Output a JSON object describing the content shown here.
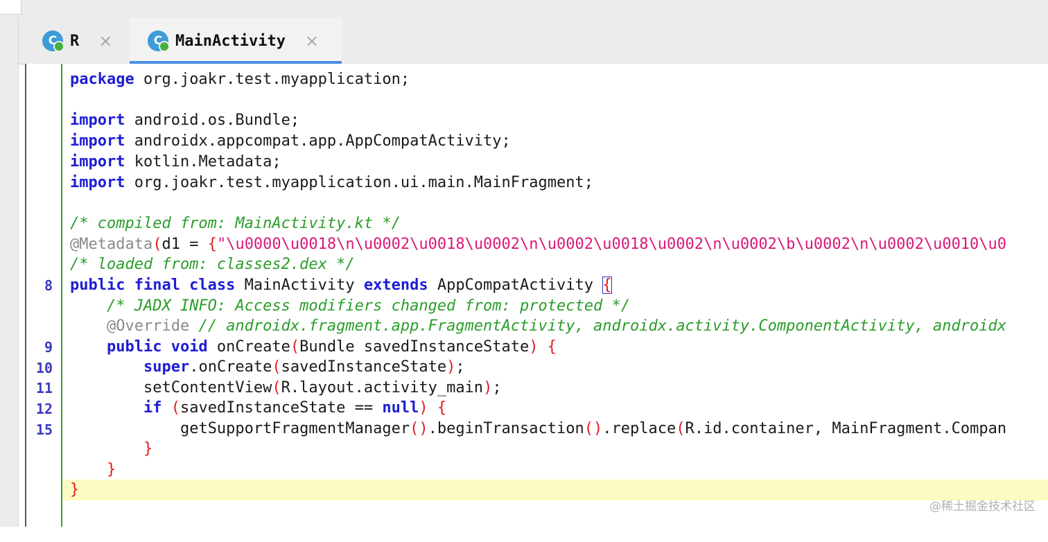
{
  "tabs": [
    {
      "label": "R",
      "icon": "class-icon",
      "icon_letter": "C",
      "active": false
    },
    {
      "label": "MainActivity",
      "icon": "class-icon",
      "icon_letter": "C",
      "active": true
    }
  ],
  "tab_close_glyph": "×",
  "editor": {
    "line_numbers": [
      "",
      "",
      "",
      "",
      "",
      "",
      "",
      "",
      "",
      "",
      "8",
      "",
      "",
      "9",
      "10",
      "11",
      "12",
      "15",
      "",
      "",
      ""
    ],
    "code": {
      "l1": {
        "kw": "package",
        "rest": " org.joakr.test.myapplication;"
      },
      "l3": {
        "kw": "import",
        "rest": " android.os.Bundle;"
      },
      "l4": {
        "kw": "import",
        "rest": " androidx.appcompat.app.AppCompatActivity;"
      },
      "l5": {
        "kw": "import",
        "rest": " kotlin.Metadata;"
      },
      "l6": {
        "kw": "import",
        "rest": " org.joakr.test.myapplication.ui.main.MainFragment;"
      },
      "l8": {
        "comment": "/* compiled from: MainActivity.kt */"
      },
      "l9": {
        "annotation": "@Metadata",
        "open": "(",
        "field": "d1 = ",
        "brace": "{",
        "string": "\"\\u0000\\u0018\\n\\u0002\\u0018\\u0002\\n\\u0002\\u0018\\u0002\\n\\u0002\\b\\u0002\\n\\u0002\\u0010\\u0"
      },
      "l10": {
        "comment": "/* loaded from: classes2.dex */"
      },
      "l11": {
        "kw1": "public final class",
        "name": " MainActivity ",
        "kw2": "extends",
        "name2": " AppCompatActivity ",
        "brace": "{"
      },
      "l12": {
        "comment": "/* JADX INFO: Access modifiers changed from: protected */"
      },
      "l13": {
        "annotation": "@Override",
        "comment": " // androidx.fragment.app.FragmentActivity, androidx.activity.ComponentActivity, androidx"
      },
      "l14": {
        "kw": "public void",
        "a": " onCreate",
        "p1": "(",
        "b": "Bundle savedInstanceState",
        "p2": ")",
        "c": " ",
        "brace": "{"
      },
      "l15": {
        "kw": "super",
        "a": ".onCreate",
        "p1": "(",
        "b": "savedInstanceState",
        "p2": ")",
        "c": ";"
      },
      "l16": {
        "a": "setContentView",
        "p1": "(",
        "b": "R.layout.activity_main",
        "p2": ")",
        "c": ";"
      },
      "l17": {
        "kw": "if",
        "p1": " (",
        "b": "savedInstanceState == ",
        "kw2": "null",
        "p2": ")",
        "c": " ",
        "brace": "{"
      },
      "l18": {
        "a": "getSupportFragmentManager",
        "p1": "()",
        "b": ".beginTransaction",
        "p2": "()",
        "c": ".replace",
        "p3": "(",
        "d": "R.id.container, MainFragment.Compan"
      },
      "l19": {
        "brace": "}"
      },
      "l20": {
        "brace": "}"
      },
      "l21": {
        "brace": "}"
      }
    }
  },
  "watermark": "@稀土掘金技术社区",
  "colors": {
    "keyword": "#1d1dd3",
    "comment": "#2a9d2a",
    "annotation": "#8a8a8a",
    "string": "#d8187a",
    "bracket": "#e11b1b",
    "current_line": "#fcfbc1",
    "active_tab_underline": "#4a8fe0",
    "gutter_border": "#3f9a3f"
  }
}
